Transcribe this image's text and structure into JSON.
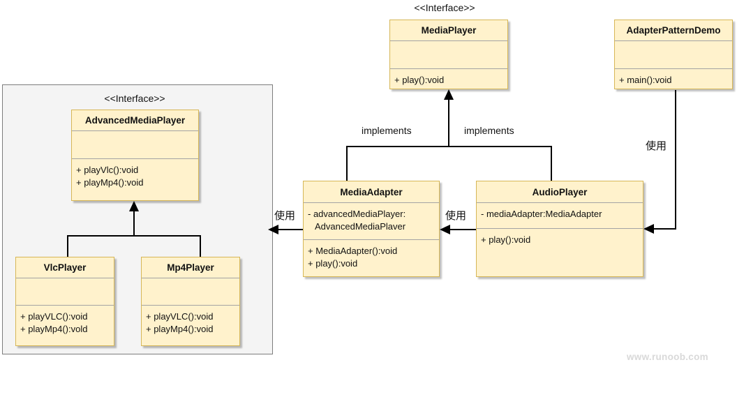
{
  "diagram": {
    "stereotype_top": "<<Interface>>",
    "stereotype_left": "<<Interface>>",
    "classes": {
      "media_player": {
        "name": "MediaPlayer",
        "methods": [
          "+ play():void"
        ]
      },
      "adapter_pattern_demo": {
        "name": "AdapterPatternDemo",
        "methods": [
          "+ main():void"
        ]
      },
      "advanced_media_player": {
        "name": "AdvancedMediaPlayer",
        "methods": [
          "+ playVlc():void",
          "+ playMp4():void"
        ]
      },
      "vlc_player": {
        "name": "VlcPlayer",
        "methods": [
          "+ playVLC():void",
          "+ playMp4():vold"
        ]
      },
      "mp4_player": {
        "name": "Mp4Player",
        "methods": [
          "+ playVLC():void",
          "+ playMp4():void"
        ]
      },
      "media_adapter": {
        "name": "MediaAdapter",
        "attributes": [
          "- advancedMediaPlayer:",
          "AdvancedMediaPlaver"
        ],
        "methods": [
          "+ MediaAdapter():void",
          "+ play():void"
        ]
      },
      "audio_player": {
        "name": "AudioPlayer",
        "attributes": [
          "- mediaAdapter:MediaAdapter"
        ],
        "methods": [
          "+ play():void"
        ]
      }
    },
    "labels": {
      "implements_left": "implements",
      "implements_right": "implements",
      "use_left": "使用",
      "use_middle": "使用",
      "use_right": "使用"
    },
    "watermark": "www.runoob.com",
    "colors": {
      "class_fill": "#fff2cc",
      "class_border": "#d6b656",
      "region_fill": "#f4f4f4",
      "region_border": "#7d7d7d",
      "divider": "#a3a3a3",
      "connector": "#000000",
      "watermark": "#d9d9d9"
    }
  }
}
